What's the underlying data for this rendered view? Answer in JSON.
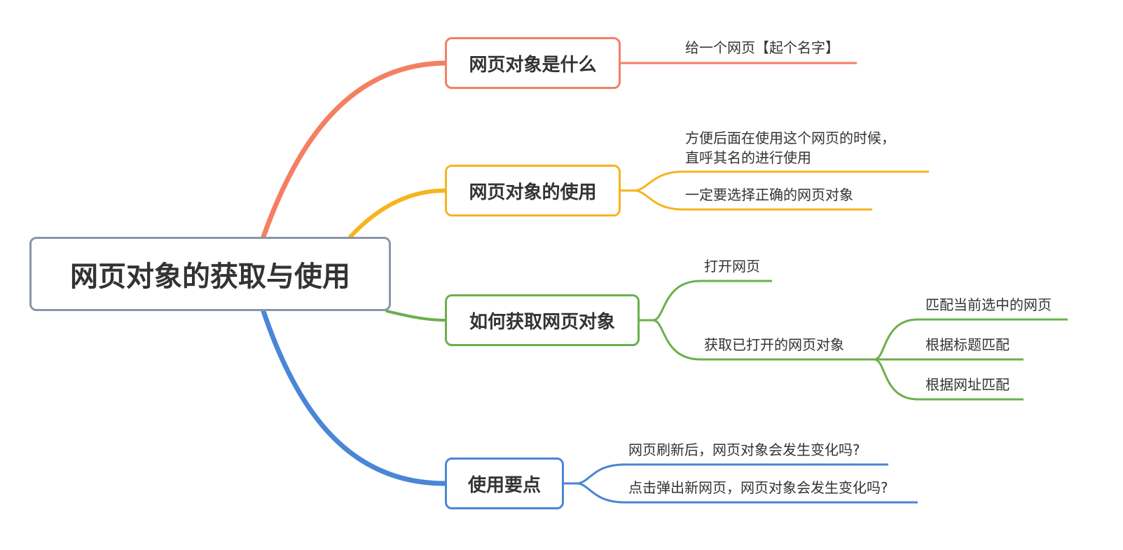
{
  "root": {
    "label": "网页对象的获取与使用",
    "color": "#8a95a8"
  },
  "branches": [
    {
      "label": "网页对象是什么",
      "color": "#f47f62",
      "leaves": [
        {
          "label": "给一个网页【起个名字】"
        }
      ]
    },
    {
      "label": "网页对象的使用",
      "color": "#f5b51f",
      "leaves": [
        {
          "label_line1": "方便后面在使用这个网页的时候，",
          "label_line2": "直呼其名的进行使用"
        },
        {
          "label": "一定要选择正确的网页对象"
        }
      ]
    },
    {
      "label": "如何获取网页对象",
      "color": "#6ab04c",
      "leaves": [
        {
          "label": "打开网页"
        },
        {
          "label": "获取已打开的网页对象",
          "children": [
            {
              "label": "匹配当前选中的网页"
            },
            {
              "label": "根据标题匹配"
            },
            {
              "label": "根据网址匹配"
            }
          ]
        }
      ]
    },
    {
      "label": "使用要点",
      "color": "#4a86d6",
      "leaves": [
        {
          "label": "网页刷新后，网页对象会发生变化吗?"
        },
        {
          "label": "点击弹出新网页，网页对象会发生变化吗?"
        }
      ]
    }
  ]
}
